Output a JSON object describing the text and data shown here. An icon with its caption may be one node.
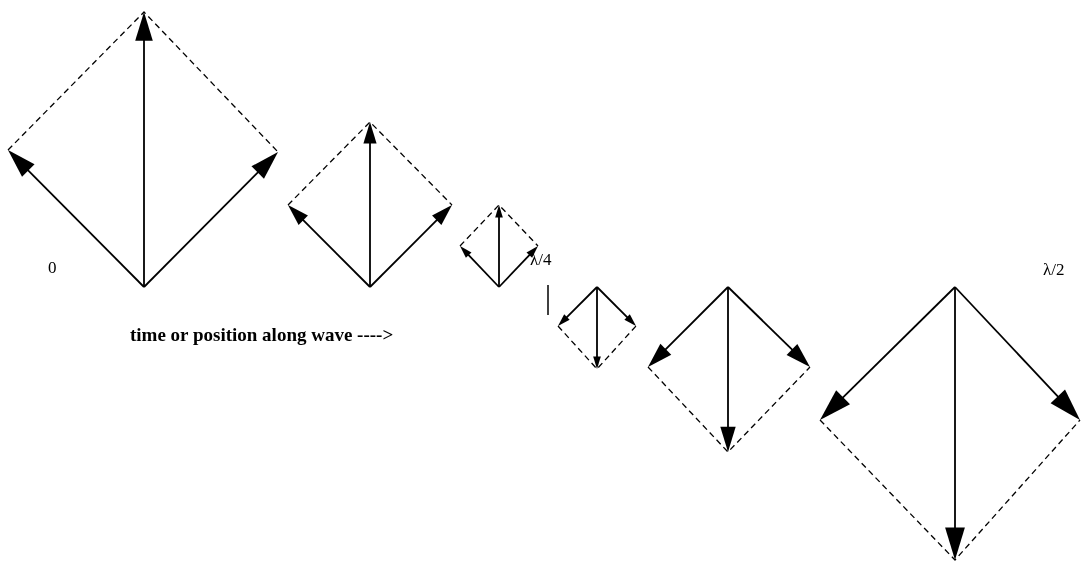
{
  "diagram": {
    "labels": [
      "0",
      "λ/4",
      "time or position along wave ---->",
      "λ/2"
    ]
  }
}
